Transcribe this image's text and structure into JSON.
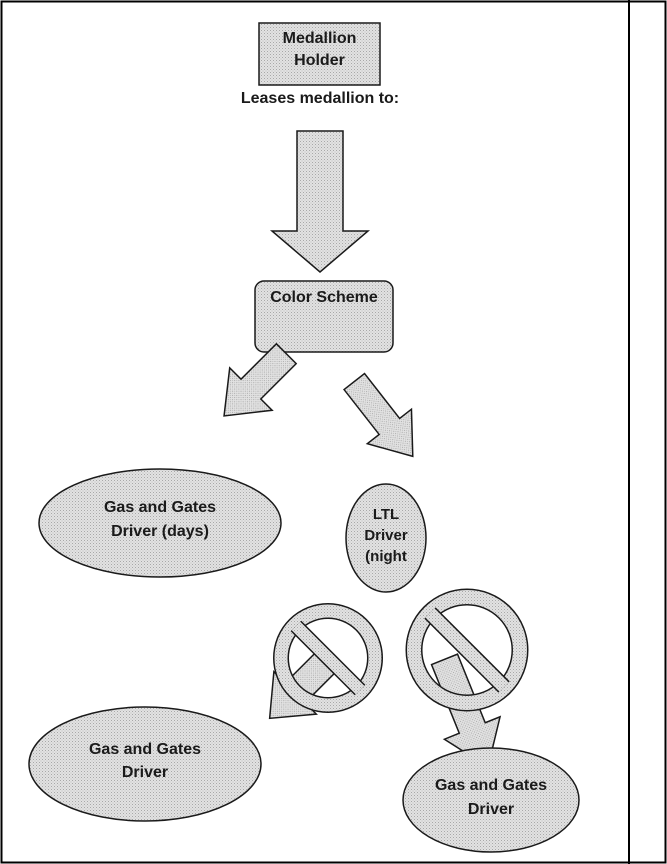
{
  "diagram": {
    "nodes": {
      "medallion_holder": {
        "line1": "Medallion",
        "line2": "Holder"
      },
      "leases_caption": "Leases medallion to:",
      "color_scheme": "Color Scheme",
      "gas_gates_days": {
        "line1": "Gas and Gates",
        "line2": "Driver (days)"
      },
      "ltl_driver": {
        "line1": "LTL",
        "line2": "Driver",
        "line3": "(night"
      },
      "gas_gates_left": {
        "line1": "Gas and Gates",
        "line2": "Driver"
      },
      "gas_gates_right": {
        "line1": "Gas and Gates",
        "line2": "Driver"
      }
    },
    "colors": {
      "fill": "#d8d8d8",
      "stroke": "#1a1a1a",
      "text": "#1a1a1a",
      "border": "#000000"
    },
    "icons": [
      "prohibited-icon",
      "prohibited-icon"
    ]
  }
}
